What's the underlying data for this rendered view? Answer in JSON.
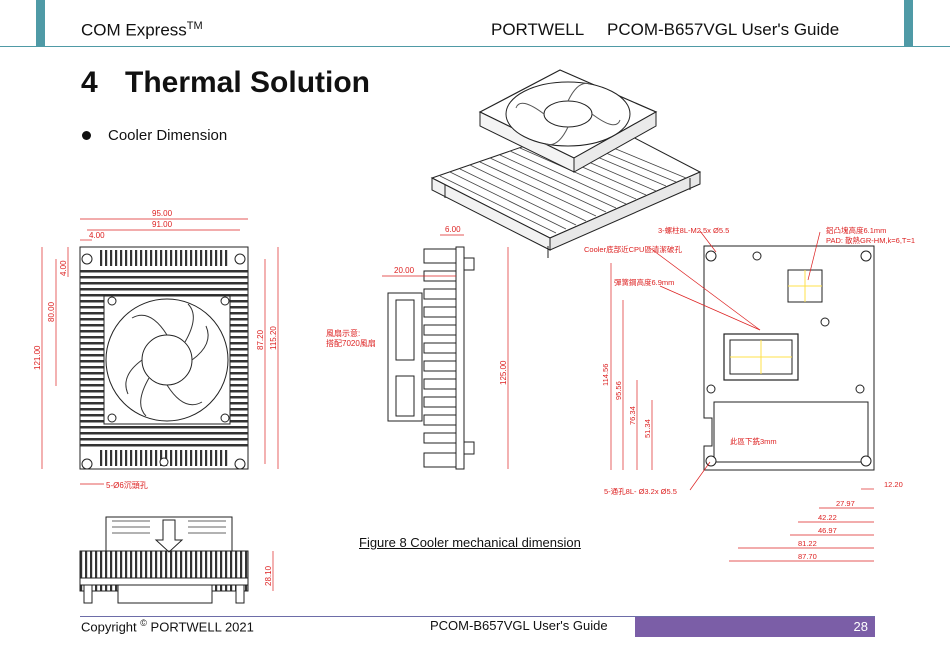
{
  "header": {
    "left_text": "COM Express",
    "left_mark": "TM",
    "brand": "PORTWELL",
    "guide_title": "PCOM-B657VGL User's Guide"
  },
  "chapter": {
    "number": "4",
    "title": "Thermal Solution"
  },
  "bullet": {
    "text": "Cooler Dimension"
  },
  "figure": {
    "caption": "Figure 8 Cooler mechanical dimension",
    "top_dims": [
      "95.00",
      "91.00",
      "4.00",
      "4.00",
      "80.00",
      "121.00",
      "87.20",
      "115.20"
    ],
    "top_note": "5-Ø6沉頭孔",
    "side_dims": [
      "6.00",
      "20.00",
      "125.00"
    ],
    "side_note_line1": "風扇示意:",
    "side_note_line2": "搭配7020風扇",
    "front_dim": "28.10",
    "bottom_notes": [
      "3-螺柱8L-M2.5x Ø5.5",
      "Cooler底部近CPU區清潔破孔",
      "彈簧鋼高度6.9mm",
      "鋁凸塊高度6.1mm",
      "PAD: 散熱GR-HM,k=6,T=1",
      "此區下銑3mm",
      "5-通孔8L- Ø3.2x Ø5.5"
    ],
    "bottom_vdims": [
      "114.56",
      "95.56",
      "76.34",
      "51.34"
    ],
    "bottom_hdims": [
      "12.20",
      "27.97",
      "42.22",
      "46.97",
      "81.22",
      "87.70"
    ]
  },
  "footer": {
    "copyright": "Copyright",
    "copyright_mark": "©",
    "company_year": "PORTWELL 2021",
    "guide_title": "PCOM-B657VGL User's Guide",
    "page": "28"
  }
}
